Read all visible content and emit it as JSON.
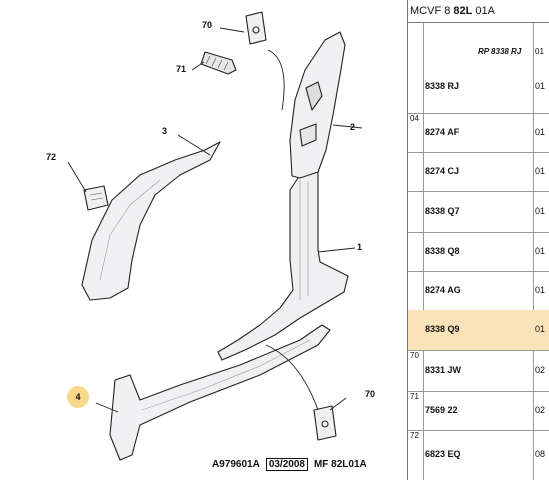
{
  "header": {
    "prefix": "MCVF 8 ",
    "model": "82L",
    "suffix": " 01A"
  },
  "diagram": {
    "callouts": [
      {
        "id": "c70a",
        "label": "70"
      },
      {
        "id": "c71",
        "label": "71"
      },
      {
        "id": "c2",
        "label": "2"
      },
      {
        "id": "c3",
        "label": "3"
      },
      {
        "id": "c72",
        "label": "72"
      },
      {
        "id": "c1",
        "label": "1"
      },
      {
        "id": "c4",
        "label": "4"
      },
      {
        "id": "c70b",
        "label": "70"
      }
    ],
    "footer": {
      "ref": "A979601A",
      "date": "03/2008",
      "code": "MF 82L01A"
    }
  },
  "parts_table": {
    "rp_label": "RP 8338 RJ",
    "rp_qty": "01",
    "rows": [
      {
        "group": "",
        "ref": "8338 RJ",
        "qty": "01",
        "highlight": false
      },
      {
        "group": "04",
        "ref": "8274 AF",
        "qty": "01",
        "highlight": false
      },
      {
        "group": "",
        "ref": "8274 CJ",
        "qty": "01",
        "highlight": false
      },
      {
        "group": "",
        "ref": "8338 Q7",
        "qty": "01",
        "highlight": false
      },
      {
        "group": "",
        "ref": "8338 Q8",
        "qty": "01",
        "highlight": false
      },
      {
        "group": "",
        "ref": "8274 AG",
        "qty": "01",
        "highlight": false
      },
      {
        "group": "",
        "ref": "8338 Q9",
        "qty": "01",
        "highlight": true
      },
      {
        "group": "70",
        "ref": "8331 JW",
        "qty": "02",
        "highlight": false
      },
      {
        "group": "71",
        "ref": "7569 22",
        "qty": "02",
        "highlight": false
      },
      {
        "group": "72",
        "ref": "6823 EQ",
        "qty": "08",
        "highlight": false
      }
    ]
  },
  "colors": {
    "highlight": "#fbe3b9",
    "callout_highlight": "#f8d88a"
  }
}
